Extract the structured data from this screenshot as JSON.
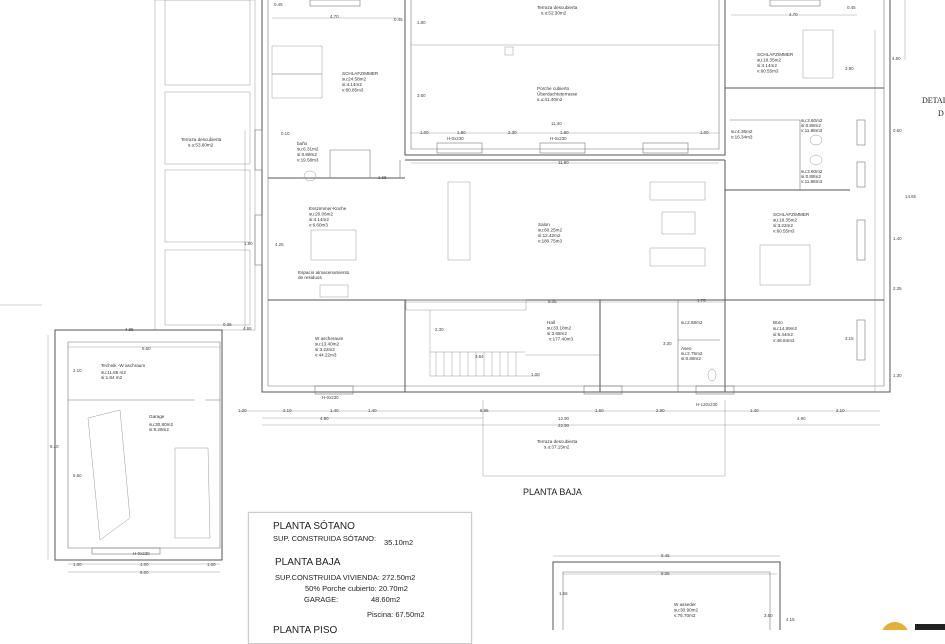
{
  "plan_title": "PLANTA BAJA",
  "detail_label": [
    "DETAL",
    "D"
  ],
  "summary": {
    "sotano_title": "PLANTA SÓTANO",
    "sotano_label": "SUP. CONSTRUIDA SÓTANO:",
    "sotano_value": "35.10m2",
    "baja_title": "PLANTA BAJA",
    "vivienda": "SUP.CONSTRUIDA VIVIENDA: 272.50m2",
    "porche": "50% Porche cubierto: 20.70m2",
    "garage_label": "GARAGE:",
    "garage_value": "48.60m2",
    "piscina": "Piscina: 67.50m2",
    "piso_title": "PLANTA PISO"
  },
  "rooms": [
    {
      "lines": [
        "Terraza descubierta",
        "s.u:52.30m2"
      ]
    },
    {
      "lines": [
        "Porche cubierto",
        "Überdachteterrasse",
        "s.u:41.40m2"
      ]
    },
    {
      "lines": [
        "SCHLAFZIMMER",
        "su:24.58m2",
        "si:4.14m2",
        "v:80.85m3"
      ]
    },
    {
      "lines": [
        "SCHLAFZIMMER",
        "su:18.35m2",
        "si:4.14m2",
        "v:60.55m3"
      ]
    },
    {
      "lines": [
        "baño",
        "su:6.31m2",
        "si:0.88m2",
        "v:19.58m3"
      ]
    },
    {
      "lines": [
        "Terraza descubierta",
        "s.u:53.60m2"
      ]
    },
    {
      "lines": [
        "Esszimmer-Küche",
        "su:20.06m2",
        "si:4.14m2",
        "v:6.60m3"
      ]
    },
    {
      "lines": [
        "Salon",
        "su:60.25m2",
        "si:12.42m2",
        "v:180.75m3"
      ]
    },
    {
      "lines": [
        "Espacio almacenamiento",
        "de residuos"
      ]
    },
    {
      "lines": [
        "su:4.36m2",
        "v:16.34m3"
      ]
    },
    {
      "lines": [
        "su:3.60m2",
        "si:0.88m2",
        "v:11.88m3"
      ]
    },
    {
      "lines": [
        "su:3.60m2",
        "si:0.88m2",
        "v:11.88m3"
      ]
    },
    {
      "lines": [
        "SCHLAFZIMMER",
        "su:18.35m2",
        "si:3.22m2",
        "v:60.55m3"
      ]
    },
    {
      "lines": [
        "W ascheraum",
        "su:13.40m2",
        "si:3.22m2",
        "v:44.22m3"
      ]
    },
    {
      "lines": [
        "Hall",
        "su:33.18m2",
        "si:3.68m2",
        "v:177.40m3"
      ]
    },
    {
      "lines": [
        "Büro",
        "su:14.89m2",
        "si:6.44m2",
        "v:48.84m3"
      ]
    },
    {
      "lines": [
        "su:2.68m2"
      ]
    },
    {
      "lines": [
        "Aseo",
        "su:2.75m2",
        "si:0.88m2"
      ]
    },
    {
      "lines": [
        "Technik -W aschraum",
        "su:11.85 m2",
        "si:1.84 m2"
      ]
    },
    {
      "lines": [
        "Garage",
        "su:30.80m2",
        "si:9.29m2"
      ]
    },
    {
      "lines": [
        "Terraza descubierta",
        "s.u:37.15m2"
      ]
    },
    {
      "lines": [
        "W asseder",
        "su:30.90m2",
        "v:75.70m3"
      ]
    }
  ],
  "dims": [
    "0.45",
    "4.70",
    "0.45",
    "1.80",
    "3.60",
    "11.40",
    "1.00",
    "1.80",
    "2.30",
    "1.80",
    "1.00",
    "11.90",
    "4.70",
    "0.45",
    "4.50",
    "14.65",
    "0.10",
    "1.65",
    "4.25",
    "1.80",
    "4.65",
    "4.85",
    "0.35",
    "5.60",
    "2.10",
    "8.10",
    "5.50",
    "1.00",
    "4.00",
    "1.00",
    "6.00",
    "9.05",
    "2.30",
    "3.64",
    "1.00",
    "1.20",
    "2.10",
    "1.40",
    "1.40",
    "6.95",
    "4.90",
    "12.90",
    "22.90",
    "1.60",
    "2.90",
    "1.40",
    "2.10",
    "4.90",
    "8.45",
    "8.05",
    "4.15",
    "3.50",
    "1.56",
    "H-0x230",
    "H-0x230",
    "H-0x230",
    "H-120x230",
    "H-0x230",
    "0.60",
    "1.40",
    "2.35",
    "1.30",
    "3.90",
    "3.15",
    "3.30",
    "1.75"
  ]
}
